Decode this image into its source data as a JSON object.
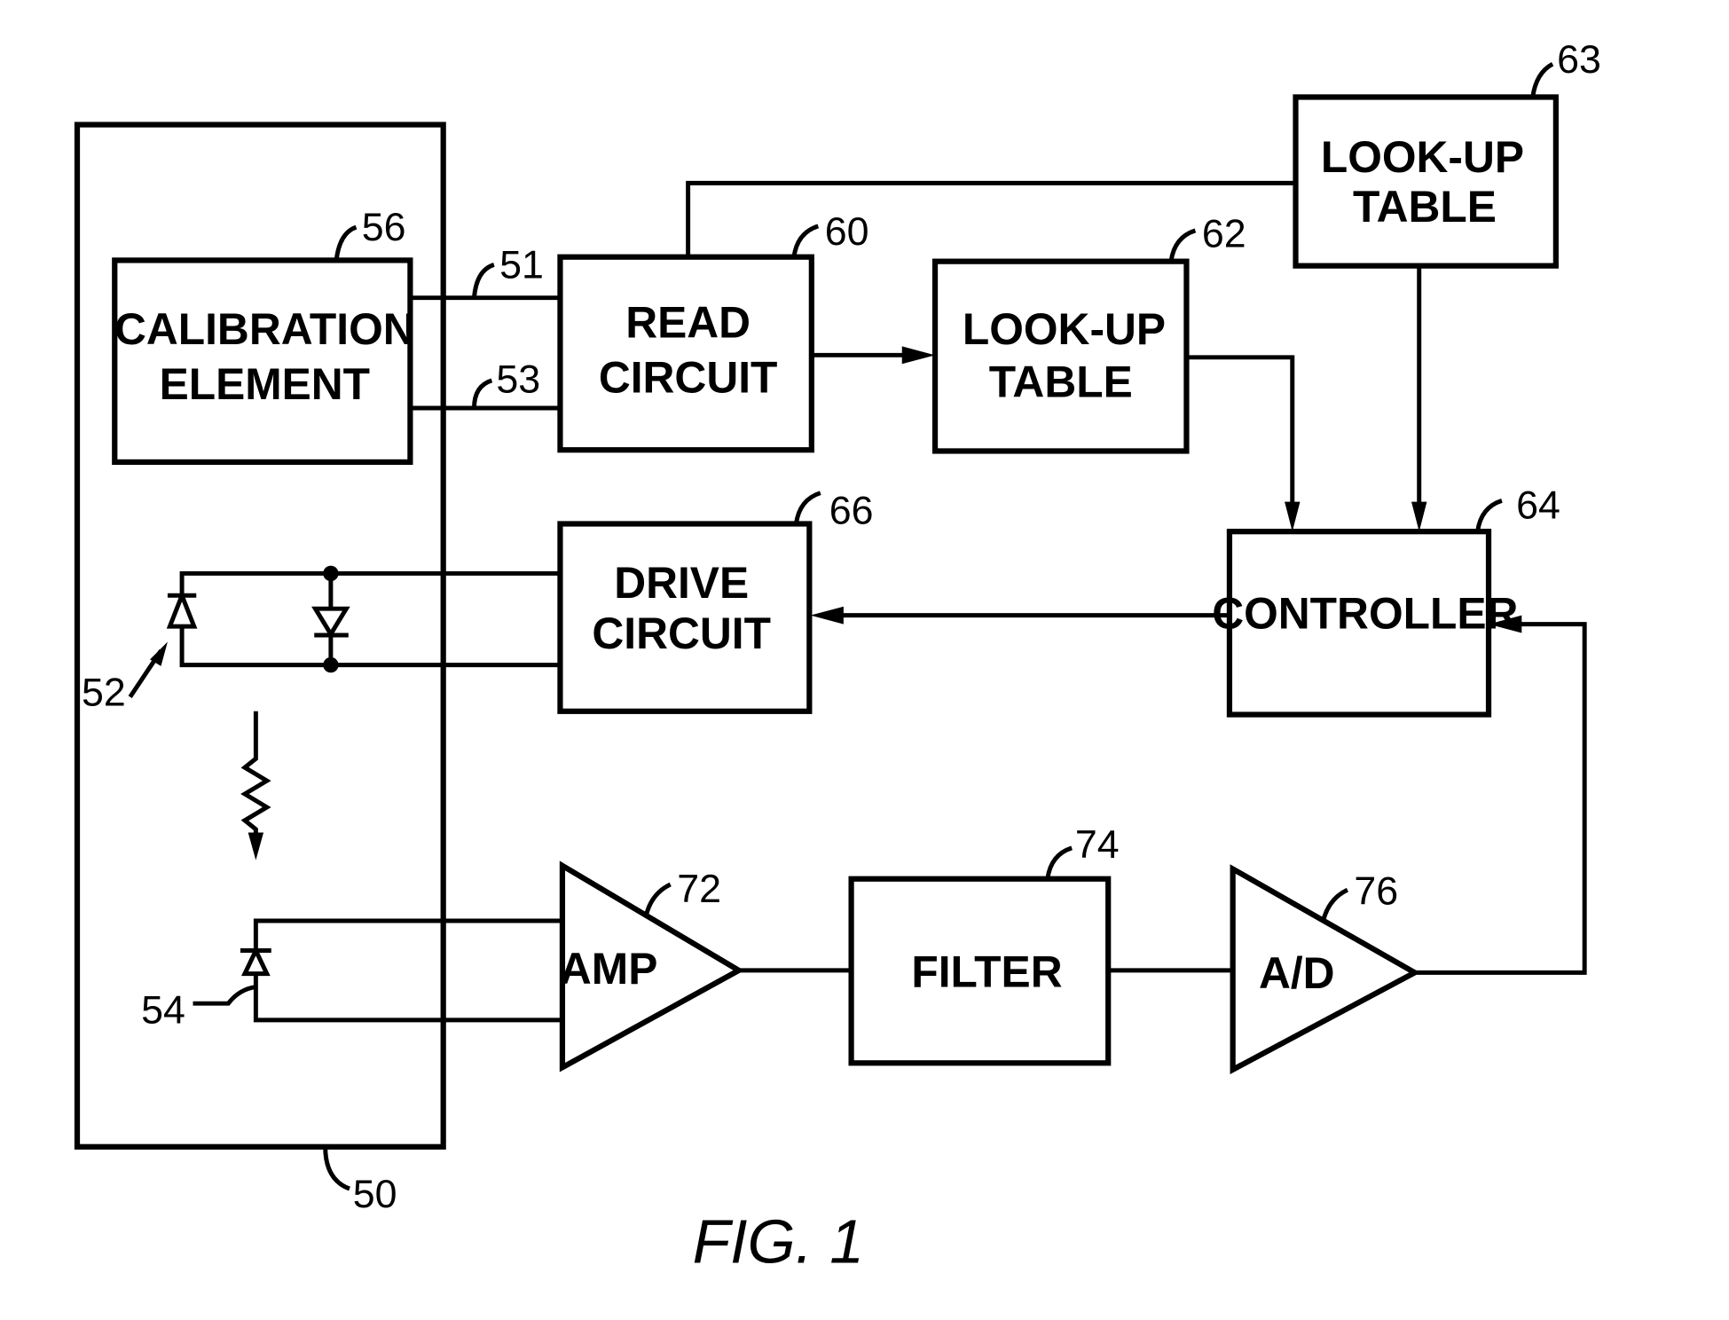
{
  "figure_caption": "FIG. 1",
  "blocks": {
    "module": {
      "ref": "50"
    },
    "calibration": {
      "line1": "CALIBRATION",
      "line2": "ELEMENT",
      "ref": "56"
    },
    "read_circuit": {
      "line1": "READ",
      "line2": "CIRCUIT",
      "ref": "60"
    },
    "lut_62": {
      "line1": "LOOK-UP",
      "line2": "TABLE",
      "ref": "62"
    },
    "lut_63": {
      "line1": "LOOK-UP",
      "line2": "TABLE",
      "ref": "63"
    },
    "controller": {
      "line1": "CONTROLLER",
      "ref": "64"
    },
    "drive_circuit": {
      "line1": "DRIVE",
      "line2": "CIRCUIT",
      "ref": "66"
    },
    "amp": {
      "line1": "AMP",
      "ref": "72"
    },
    "filter": {
      "line1": "FILTER",
      "ref": "74"
    },
    "adc": {
      "line1": "A/D",
      "ref": "76"
    }
  },
  "wires": {
    "line_51": "51",
    "line_53": "53"
  },
  "components": {
    "emitter": "52",
    "detector": "54"
  }
}
